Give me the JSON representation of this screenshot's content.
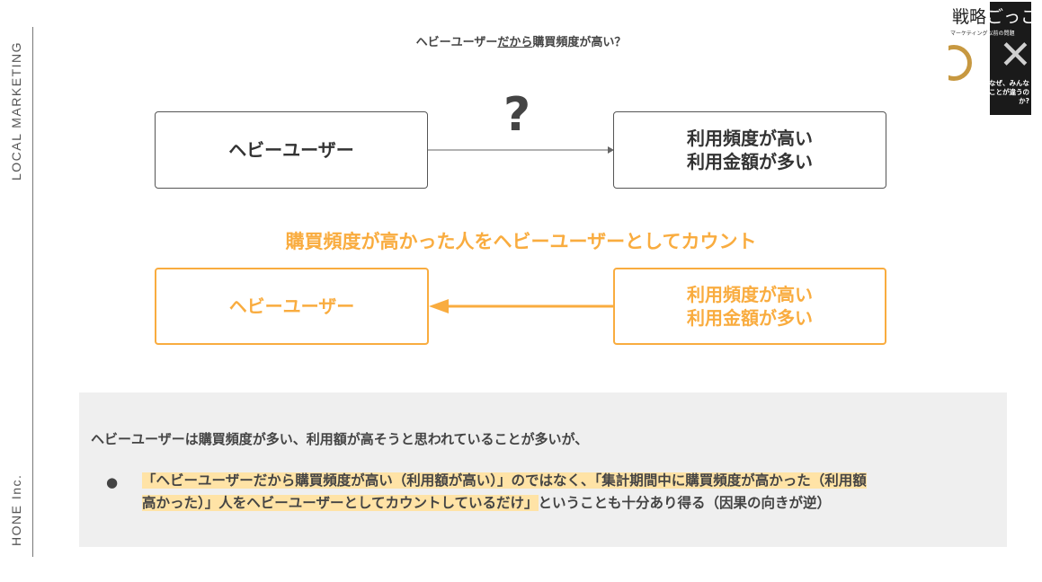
{
  "sidebar": {
    "brand_top": "LOCAL MARKETING",
    "brand_bottom": "HONE Inc."
  },
  "title": {
    "prefix": "ヘビーユーザー",
    "underlined": "だから",
    "suffix": "購買頻度が高い？"
  },
  "top_row": {
    "left_box": "ヘビーユーザー",
    "question_mark": "?",
    "right_box_line1": "利用頻度が高い",
    "right_box_line2": "利用金額が多い"
  },
  "orange_heading": "購買頻度が高かった人をヘビーユーザーとしてカウント",
  "bottom_row": {
    "left_box": "ヘビーユーザー",
    "right_box_line1": "利用頻度が高い",
    "right_box_line2": "利用金額が多い"
  },
  "note": {
    "intro": "ヘビーユーザーは購買頻度が多い、利用額が高そうと思われていることが多いが、",
    "bullet": "●",
    "highlight_line1": "「ヘビーユーザーだから購買頻度が高い（利用額が高い）」のではなく、「集計期間中に購買頻度が高かった（利用額",
    "highlight_line2": "高かった）」人をヘビーユーザーとしてカウントしているだけ」",
    "rest": "ということも十分あり得る（因果の向きが逆）"
  },
  "book": {
    "title_dark": "戦略",
    "title_light": "ごっこ",
    "subtitle_left": "マーケティング",
    "subtitle_right": "以前の問題",
    "tagline_line1": "なぜ、みんな",
    "tagline_line2": "言ってることが違うのか?"
  },
  "colors": {
    "accent": "#f9ac3f",
    "highlight": "#ffe3a6",
    "panel": "#efefef",
    "text": "#3c3c3c"
  }
}
